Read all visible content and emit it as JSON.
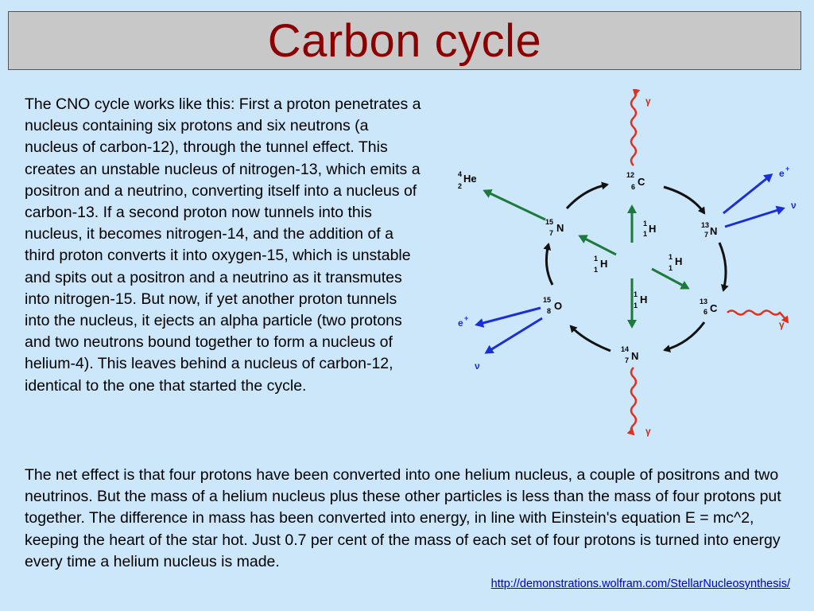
{
  "title": "Carbon cycle",
  "paragraph1": "The CNO cycle works like this: First a proton penetrates a nucleus containing six protons and six neutrons (a nucleus of carbon-12), through the tunnel effect. This creates an unstable nucleus of nitrogen-13, which emits a positron and a neutrino, converting itself into a nucleus of carbon-13. If a second proton now tunnels into this nucleus, it becomes nitrogen-14, and the addition of a third proton converts it into oxygen-15, which is unstable and spits out a positron and a neutrino as it transmutes into nitrogen-15. But now, if yet another proton tunnels into the nucleus, it ejects an alpha particle (two protons and two neutrons bound together to form a nucleus of helium-4). This leaves behind a nucleus of carbon-12, identical to the one that started the cycle.",
  "paragraph2": "The net effect is that four protons have been converted into one helium nucleus, a couple of positrons and two neutrinos. But the mass of a helium nucleus plus these other particles is less than the mass of four protons put together. The difference in mass has been converted into energy, in line with Einstein's equation E = mc^2, keeping the heart of the star hot. Just 0.7 per cent of the mass of each set of four protons is turned into energy every time a helium nucleus is made.",
  "link_text": "http://demonstrations.wolfram.com/StellarNucleosynthesis/",
  "diagram": {
    "nuclei": [
      {
        "symbol": "C",
        "mass": "12",
        "charge": "6"
      },
      {
        "symbol": "N",
        "mass": "13",
        "charge": "7"
      },
      {
        "symbol": "C",
        "mass": "13",
        "charge": "6"
      },
      {
        "symbol": "N",
        "mass": "14",
        "charge": "7"
      },
      {
        "symbol": "O",
        "mass": "15",
        "charge": "8"
      },
      {
        "symbol": "N",
        "mass": "15",
        "charge": "7"
      }
    ],
    "helium": {
      "symbol": "He",
      "mass": "4",
      "charge": "2"
    },
    "proton": {
      "symbol": "H",
      "mass": "1",
      "charge": "1"
    },
    "gamma": "γ",
    "neutrino": "ν",
    "positron": "e",
    "positron_sup": "+",
    "colors": {
      "cycle_arrow": "#111111",
      "proton_arrow": "#1e7a3c",
      "positron_arrow": "#1a2fd6",
      "gamma_wave": "#e0301e"
    }
  }
}
